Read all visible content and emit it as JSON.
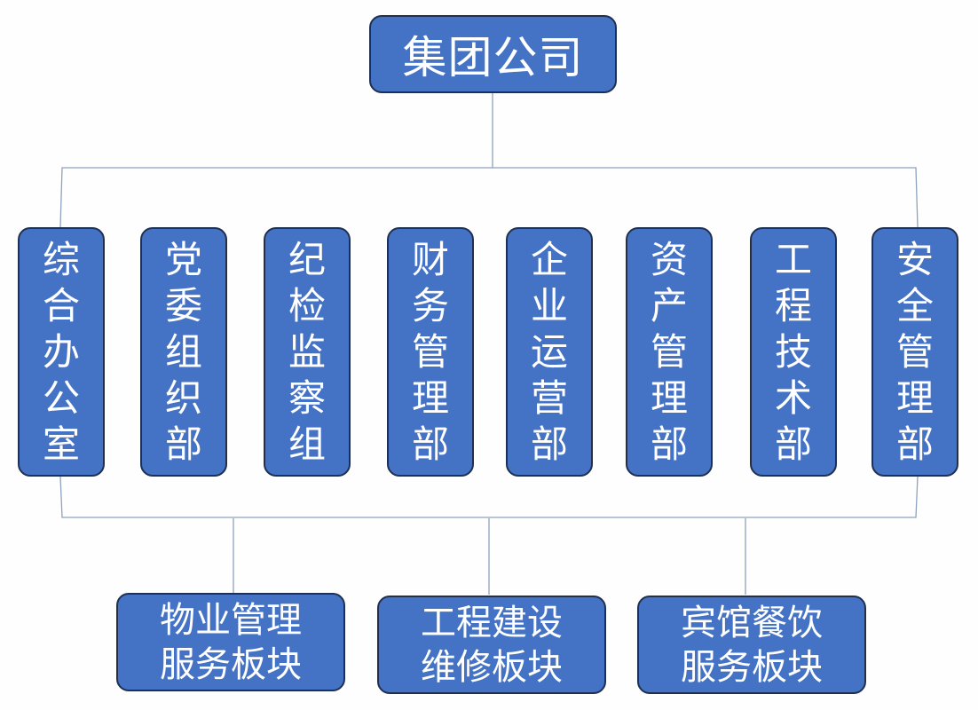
{
  "root": {
    "label": "集团公司"
  },
  "departments": [
    {
      "label": "综合办公室"
    },
    {
      "label": "党委组织部"
    },
    {
      "label": "纪检监察组"
    },
    {
      "label": "财务管理部"
    },
    {
      "label": "企业运营部"
    },
    {
      "label": "资产管理部"
    },
    {
      "label": "工程技术部"
    },
    {
      "label": "安全管理部"
    }
  ],
  "segments": [
    {
      "label": "物业管理服务板块"
    },
    {
      "label": "工程建设维修板块"
    },
    {
      "label": "宾馆餐饮服务板块"
    }
  ],
  "colors": {
    "box_fill": "#4472c4",
    "box_border": "#1f3050",
    "connector": "#8da2bd"
  }
}
